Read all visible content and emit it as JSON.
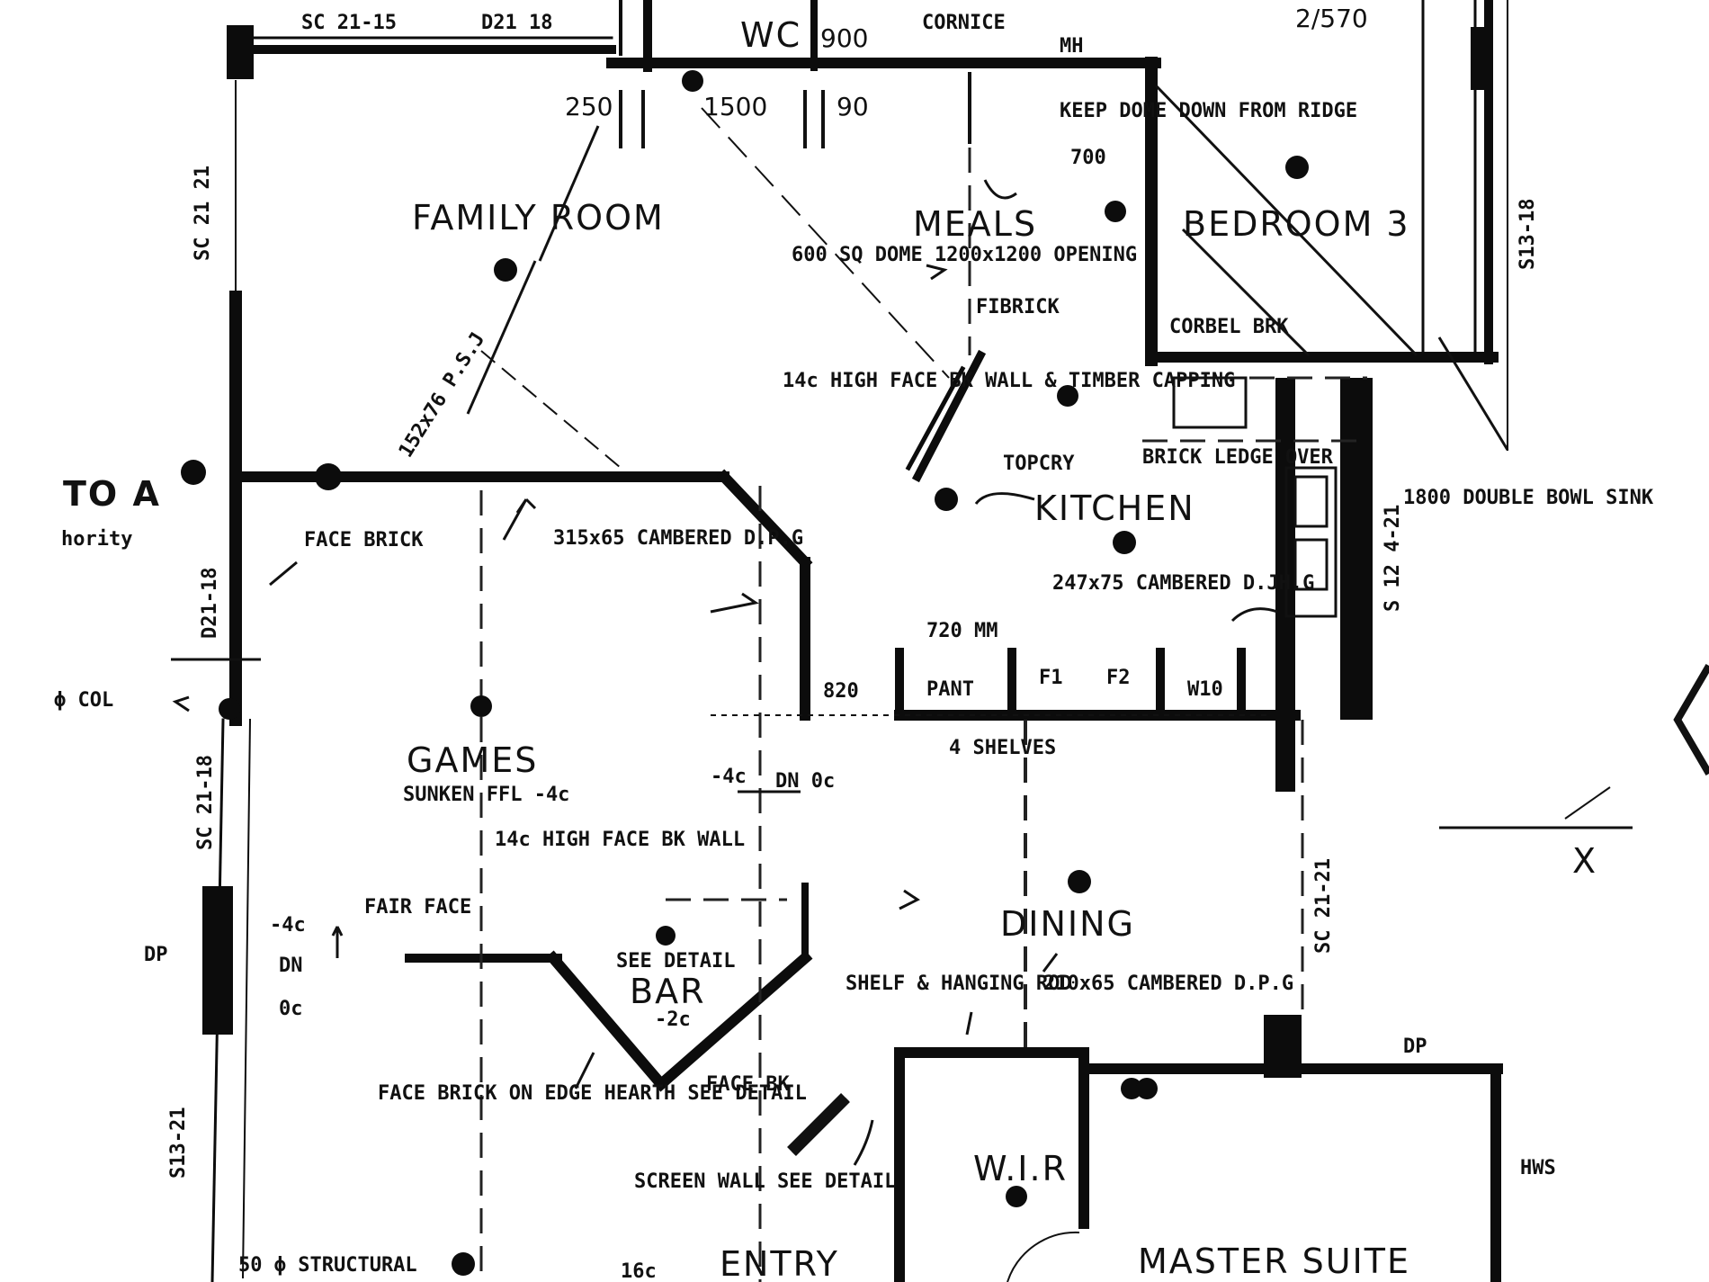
{
  "rooms": {
    "family_room": "FAMILY ROOM",
    "meals": "MEALS",
    "bedroom_3": "BEDROOM 3",
    "kitchen": "KITCHEN",
    "games": "GAMES",
    "games_sub": "SUNKEN FFL -4c",
    "dining": "DINING",
    "bar": "BAR",
    "bar_sub": "-2c",
    "wir": "W.I.R",
    "master_suite": "MASTER SUITE",
    "entry": "ENTRY",
    "wc": "WC"
  },
  "dimensions": {
    "d250": "250",
    "d1500": "1500",
    "d90": "90",
    "d900": "900",
    "d700": "700",
    "d720mm": "720 MM",
    "d820": "820"
  },
  "labels": {
    "sc2115": "SC 21-15",
    "d2118_top": "D21 18",
    "sc21_left": "SC 21 21",
    "d2118_left": "D21-18",
    "sc2118_left": "SC 21-18",
    "s1321_left": "S13-21",
    "s1318_right": "S13-18",
    "s1321_kitchen": "S 12 4-21",
    "sc2121_dining": "SC 21-21",
    "r2570": "2/570",
    "cornice": "CORNICE",
    "mh": "MH",
    "keep_dome": "KEEP DOME DOWN FROM RIDGE",
    "dome_opening": "600 SQ DOME 1200x1200 OPENING",
    "fibrick": "FIBRICK",
    "corbel": "CORBEL BRK",
    "face_wall_14": "14c HIGH FACE BK WALL & TIMBER CAPPING",
    "topcry": "TOPCRY",
    "brick_ledge": "BRICK LEDGE OVER",
    "sink": "1800 DOUBLE BOWL SINK",
    "face_brick": "FACE BRICK",
    "beam_315": "315x65 CAMBERED D.P.G",
    "beam_247": "247x75 CAMBERED D.JH.G",
    "beam_210": "210x65 CAMBERED D.P.G",
    "beam_152": "152x76 P.S.J",
    "pantry": "PANT",
    "f1": "F1",
    "f2": "F2",
    "w10": "W10",
    "shelves": "4 SHELVES",
    "dn_0": "DN 0c",
    "minus4": "-4c",
    "face_wall_bar": "14c HIGH FACE BK WALL",
    "fair_face": "FAIR FACE",
    "see_detail": "SEE DETAIL",
    "minus4_left": "-4c",
    "dn": "DN",
    "zero": "0c",
    "dp": "DP",
    "dp_right": "DP",
    "hearth": "FACE BRICK ON EDGE HEARTH SEE DETAIL",
    "face_bk": "FACE BK",
    "screen_wall": "SCREEN WALL SEE DETAIL",
    "shelf_rod": "SHELF & HANGING ROD",
    "hws": "HWS",
    "col": "ϕ COL",
    "to_a": "TO A",
    "hority": "hority",
    "structural": "50 ϕ STRUCTURAL",
    "sixteen": "16c",
    "x_mark": "X"
  }
}
